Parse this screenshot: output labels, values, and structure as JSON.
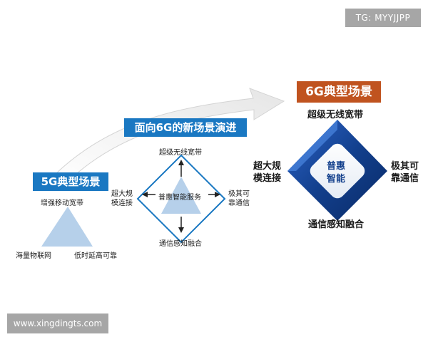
{
  "watermark_top": "TG: MYYJJPP",
  "watermark_bottom": "www.xingdingts.com",
  "stage_5g": {
    "title": "5G典型场景",
    "top": "增强移动宽带",
    "bottom_left": "海量物联网",
    "bottom_right": "低时延高可靠"
  },
  "stage_evolution": {
    "title": "面向6G的新场景演进",
    "top": "超级无线宽带",
    "left_line1": "超大规",
    "left_line2": "模连接",
    "center": "普惠智能服务",
    "right_line1": "极其可",
    "right_line2": "靠通信",
    "bottom": "通信感知融合"
  },
  "stage_6g": {
    "title": "6G典型场景",
    "top": "超级无线宽带",
    "left_line1": "超大规",
    "left_line2": "模连接",
    "center_line1": "普惠",
    "center_line2": "智能",
    "right_line1": "极其可",
    "right_line2": "靠通信",
    "bottom": "通信感知融合"
  },
  "colors": {
    "blue": "#1a78c2",
    "orange": "#c0531f",
    "light_blue": "#b6d0ea",
    "dark_blue": "#123f8c"
  }
}
